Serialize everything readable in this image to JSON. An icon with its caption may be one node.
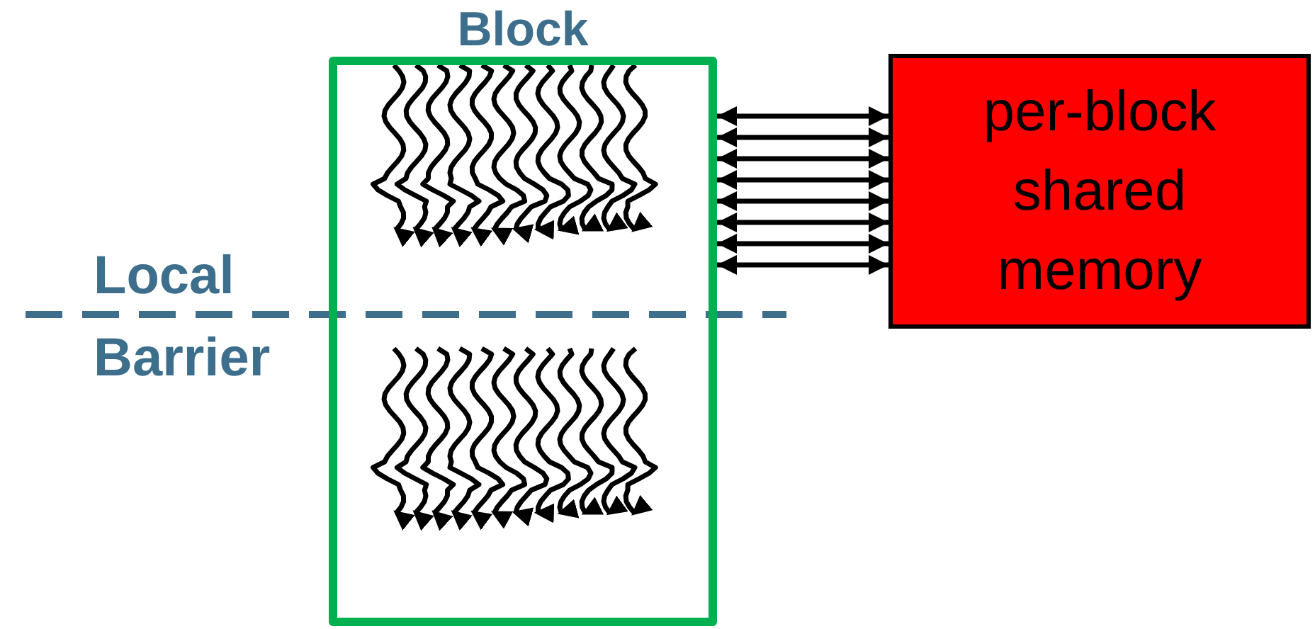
{
  "diagram": {
    "nodes": [
      {
        "text": [
          "Block"
        ]
      },
      {
        "text": [
          "per-block shared memory"
        ]
      }
    ],
    "edges": [
      {
        "from": 0,
        "to": 1,
        "arrow": "both"
      },
      {
        "from": 0,
        "to": 1,
        "arrow": "both"
      },
      {
        "from": 0,
        "to": 1,
        "arrow": "both"
      },
      {
        "from": 0,
        "to": 1,
        "arrow": "both"
      },
      {
        "from": 0,
        "to": 1,
        "arrow": "both"
      },
      {
        "from": 0,
        "to": 1,
        "arrow": "both"
      },
      {
        "from": 0,
        "to": 1,
        "arrow": "both"
      },
      {
        "from": 0,
        "to": 1,
        "arrow": "both"
      }
    ],
    "labels": [
      "Local Barrier"
    ]
  }
}
